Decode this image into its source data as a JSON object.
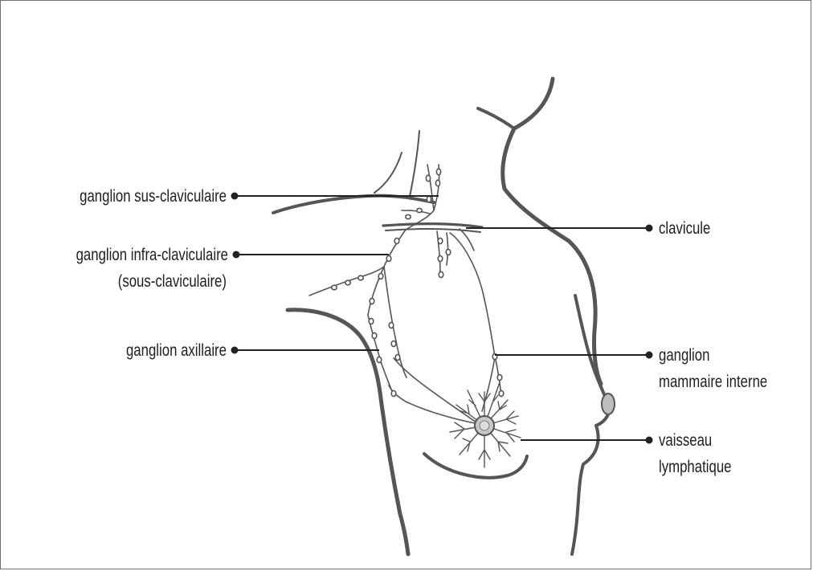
{
  "diagram": {
    "labels": {
      "supraclavicular": "ganglion sus-claviculaire",
      "infraclavicular_line1": "ganglion infra-claviculaire",
      "infraclavicular_line2": "(sous-claviculaire)",
      "axillary": "ganglion axillaire",
      "clavicle": "clavicule",
      "internal_mammary_line1": "ganglion",
      "internal_mammary_line2": "mammaire interne",
      "lymph_vessel_line1": "vaisseau",
      "lymph_vessel_line2": "lymphatique"
    },
    "colors": {
      "outline": "#555555",
      "leader_line": "#222222",
      "node_fill": "#ffffff",
      "nipple_fill": "#bdbdbd"
    }
  }
}
